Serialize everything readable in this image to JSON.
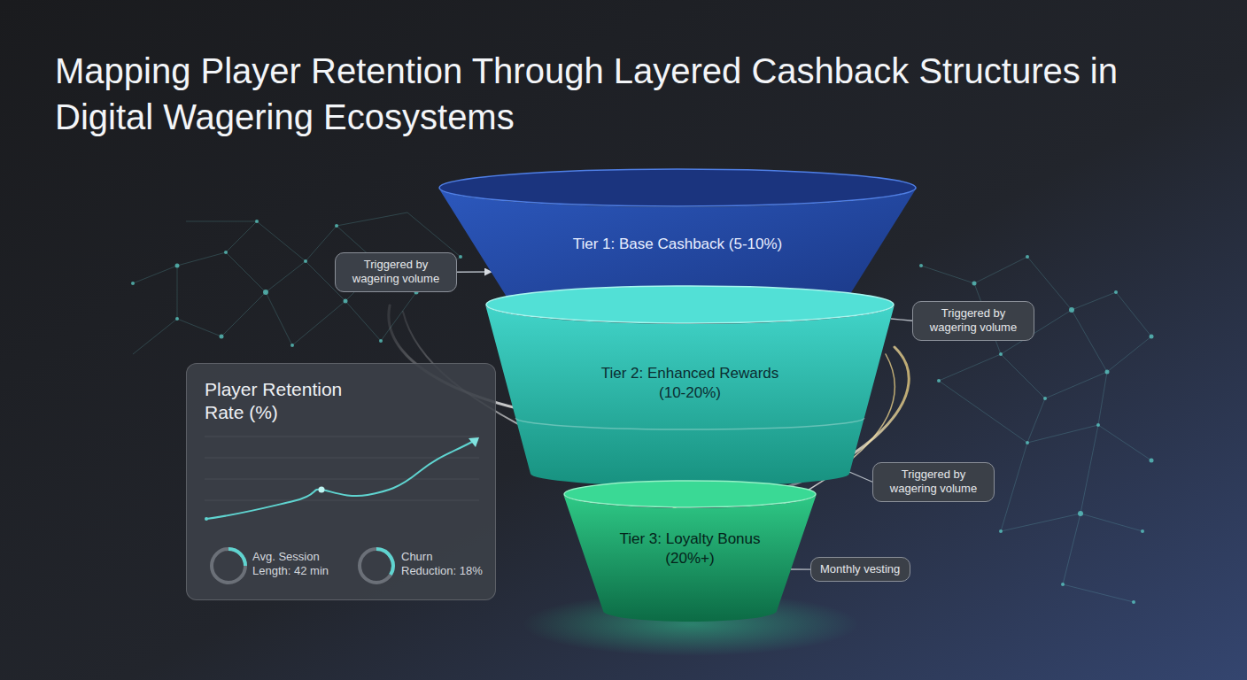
{
  "diagram": {
    "title": "Mapping Player Retention Through Layered Cashback Structures in Digital Wagering Ecosystems",
    "nodes": [
      {
        "text": [
          "Tier 1: Base Cashback (5-10%)"
        ]
      },
      {
        "text": [
          "Triggered by wagering volume"
        ]
      },
      {
        "text": [
          "Triggered by wagering volume"
        ]
      },
      {
        "text": [
          "Tier 2: Enhanced Rewards (10-20%)"
        ]
      },
      {
        "text": [
          "Player Retention Rate (%)",
          "Avg. Session Length: 42 min",
          "Churn Reduction: 18%"
        ]
      },
      {
        "text": [
          "Triggered by wagering volume"
        ]
      },
      {
        "text": [
          "Tier 3: Loyalty Bonus (20%+)"
        ]
      },
      {
        "text": [
          "Monthly vesting"
        ]
      }
    ],
    "edges": [
      {
        "from": 1,
        "to": 0,
        "arrow": "to"
      },
      {
        "from": 2,
        "to": 3,
        "arrow": "none"
      },
      {
        "from": 5,
        "to": 3,
        "arrow": "none"
      },
      {
        "from": 7,
        "to": 6,
        "arrow": "none"
      }
    ]
  }
}
